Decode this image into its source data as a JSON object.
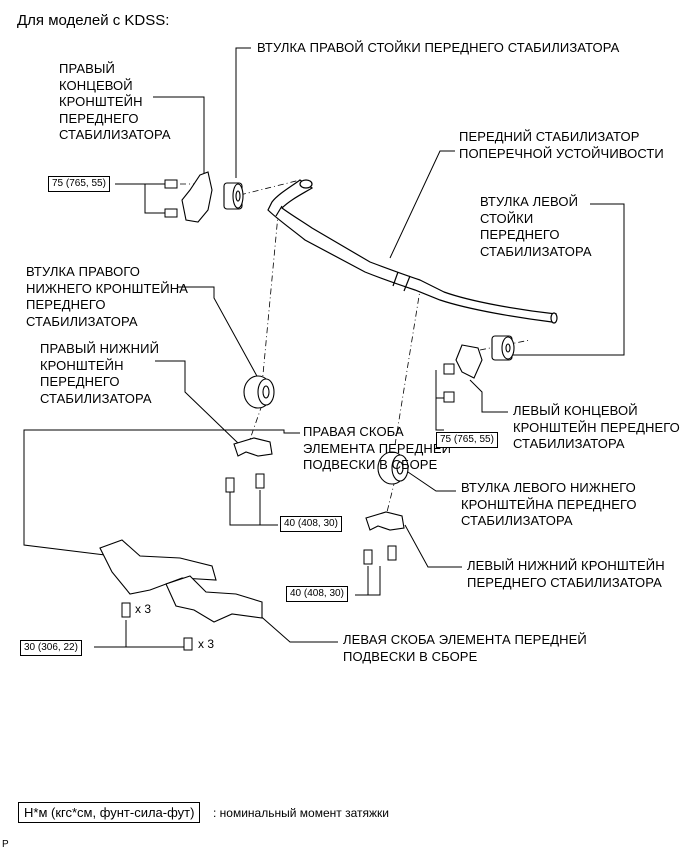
{
  "title": "Для моделей с KDSS:",
  "labels": {
    "right_end_bracket": "ПРАВЫЙ\nКОНЦЕВОЙ\nКРОНШТЕЙН\nПЕРЕДНЕГО\nСТАБИЛИЗАТОРА",
    "right_link_bushing": "ВТУЛКА ПРАВОЙ СТОЙКИ ПЕРЕДНЕГО СТАБИЛИЗАТОРА",
    "front_stabilizer": "ПЕРЕДНИЙ СТАБИЛИЗАТОР\nПОПЕРЕЧНОЙ УСТОЙЧИВОСТИ",
    "left_link_bushing": "ВТУЛКА ЛЕВОЙ\nСТОЙКИ\nПЕРЕДНЕГО\nСТАБИЛИЗАТОРА",
    "right_lower_bushing": "ВТУЛКА ПРАВОГО\nНИЖНЕГО КРОНШТЕЙНА\nПЕРЕДНЕГО\nСТАБИЛИЗАТОРА",
    "right_lower_bracket": "ПРАВЫЙ НИЖНИЙ\nКРОНШТЕЙН\nПЕРЕДНЕГО\nСТАБИЛИЗАТОРА",
    "left_end_bracket": "ЛЕВЫЙ КОНЦЕВОЙ\nКРОНШТЕЙН ПЕРЕДНЕГО\nСТАБИЛИЗАТОРА",
    "right_suspension_brace": "ПРАВАЯ СКОБА\nЭЛЕМЕНТА ПЕРЕДНЕЙ\nПОДВЕСКИ В СБОРЕ",
    "left_lower_bushing": "ВТУЛКА ЛЕВОГО НИЖНЕГО\nКРОНШТЕЙНА ПЕРЕДНЕГО\nСТАБИЛИЗАТОРА",
    "left_lower_bracket": "ЛЕВЫЙ НИЖНИЙ КРОНШТЕЙН\nПЕРЕДНЕГО СТАБИЛИЗАТОРА",
    "left_suspension_brace": "ЛЕВАЯ СКОБА ЭЛЕМЕНТА ПЕРЕДНЕЙ\nПОДВЕСКИ В СБОРЕ"
  },
  "torques": {
    "right_end": "75 (765, 55)",
    "left_end": "75 (765, 55)",
    "right_lower": "40 (408, 30)",
    "left_lower": "40 (408, 30)",
    "brace": "30 (306, 22)"
  },
  "quantity": {
    "q1": "x 3",
    "q2": "x 3"
  },
  "legend": {
    "units": "Н*м (кгс*см, фунт-сила-фут)",
    "text": ": номинальный момент затяжки"
  },
  "corner_mark": "P",
  "colors": {
    "line": "#000000",
    "part_fill": "#ffffff",
    "part_shade": "#d9d9d9"
  }
}
